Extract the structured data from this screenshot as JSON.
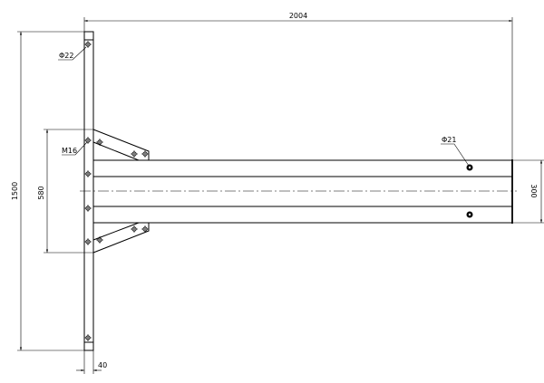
{
  "drawing": {
    "dimensions": {
      "overall_length": "2004",
      "plate_height": "1500",
      "gusset_span": "580",
      "beam_height": "300",
      "plate_thickness": "40"
    },
    "callouts": {
      "plate_hole": "Φ22",
      "bolt_thread": "M16",
      "beam_hole": "Φ21"
    },
    "line_color": "#000000",
    "background": "#ffffff"
  }
}
